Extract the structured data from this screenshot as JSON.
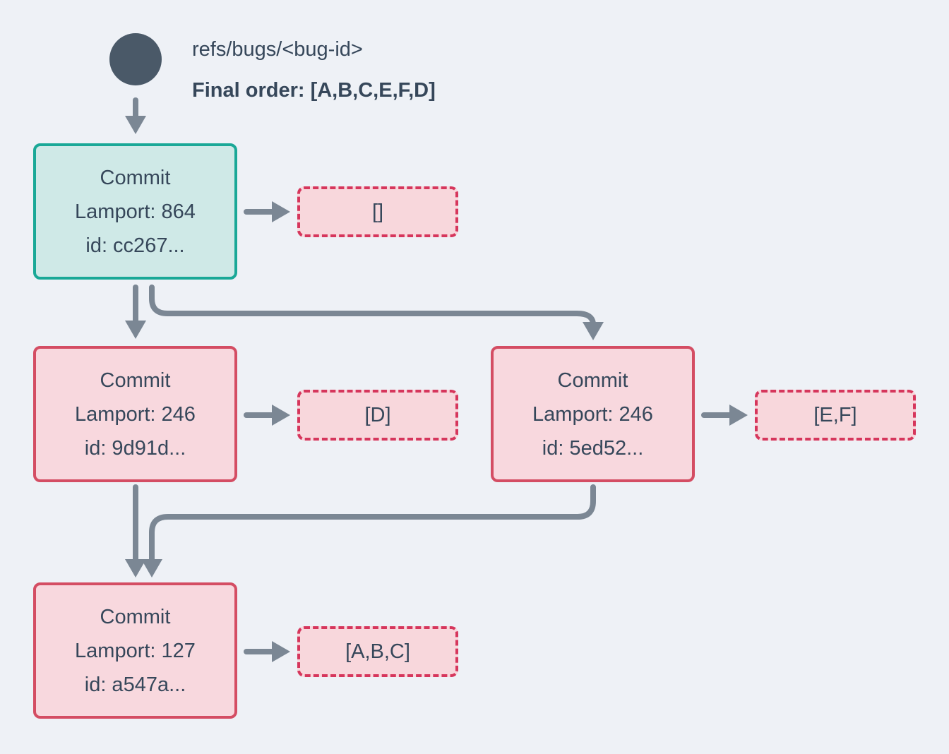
{
  "header": {
    "ref": "refs/bugs/<bug-id>",
    "final_order": "Final order: [A,B,C,E,F,D]"
  },
  "commits": {
    "root": {
      "title": "Commit",
      "lamport": "Lamport: 864",
      "id": "id: cc267...",
      "ops": "[]"
    },
    "left": {
      "title": "Commit",
      "lamport": "Lamport: 246",
      "id": "id: 9d91d...",
      "ops": "[D]"
    },
    "right": {
      "title": "Commit",
      "lamport": "Lamport: 246",
      "id": "id: 5ed52...",
      "ops": "[E,F]"
    },
    "bottom": {
      "title": "Commit",
      "lamport": "Lamport: 127",
      "id": "id: a547a...",
      "ops": "[A,B,C]"
    }
  },
  "colors": {
    "background": "#eef1f6",
    "text": "#36475a",
    "arrow": "#7b8794",
    "ref_circle": "#4a5968",
    "teal_border": "#1aa897",
    "teal_fill": "#cfe9e7",
    "pink_border": "#d44d63",
    "pink_fill": "#f8d8de",
    "dashed_border": "#d6365c",
    "dashed_fill": "#f8d7dc"
  }
}
